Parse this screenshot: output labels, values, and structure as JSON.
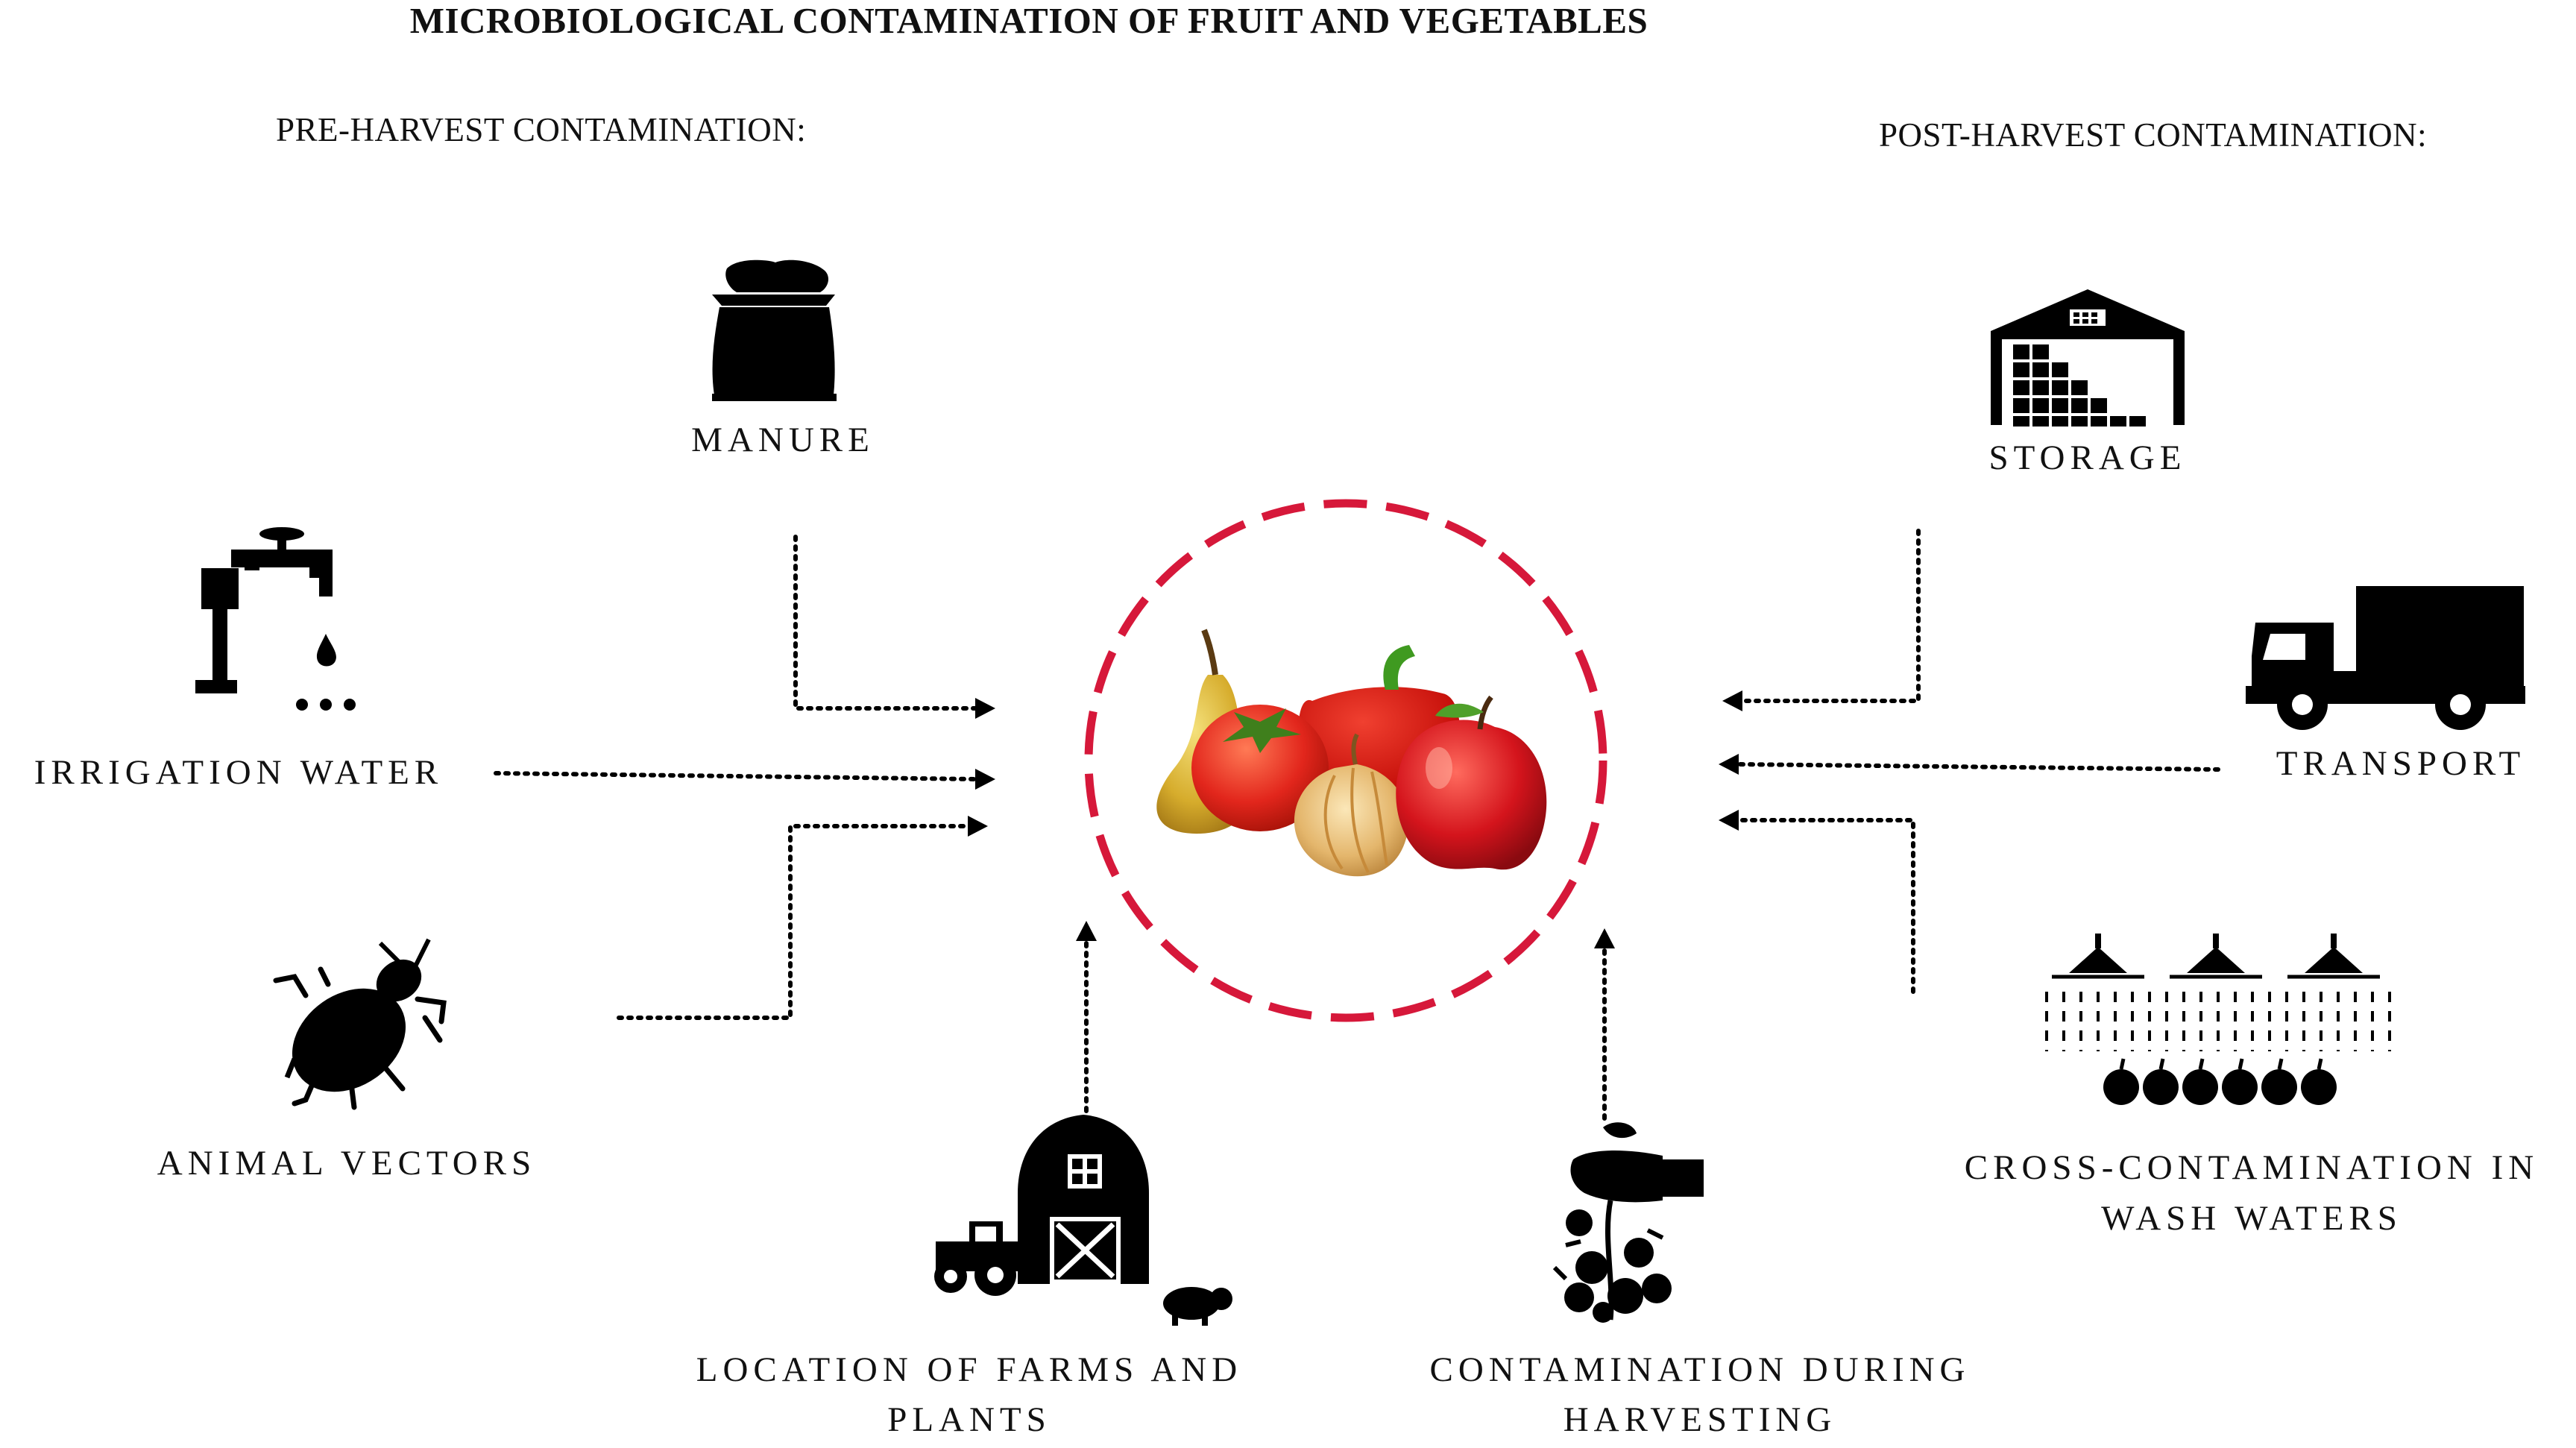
{
  "title": "MICROBIOLOGICAL CONTAMINATION OF FRUIT AND VEGETABLES",
  "pre_harvest": {
    "heading": "PRE-HARVEST CONTAMINATION:",
    "sources": {
      "manure": "MANURE",
      "irrigation_water": "IRRIGATION WATER",
      "animal_vectors": "ANIMAL VECTORS",
      "farm_location": [
        "LOCATION OF FARMS AND",
        "PLANTS"
      ]
    }
  },
  "post_harvest": {
    "heading": "POST-HARVEST CONTAMINATION:",
    "sources": {
      "storage": "STORAGE",
      "transport": "TRANSPORT",
      "wash_waters": [
        "CROSS-CONTAMINATION IN",
        "WASH WATERS"
      ],
      "harvesting": [
        "CONTAMINATION DURING",
        "HARVESTING"
      ]
    }
  },
  "colors": {
    "circle": "#d6183a",
    "icons": "#000000",
    "text": "#111111"
  },
  "icons": [
    "manure-sack-icon",
    "faucet-icon",
    "beetle-icon",
    "barn-tractor-pig-icon",
    "hand-plant-icon",
    "warehouse-icon",
    "truck-icon",
    "shower-produce-icon",
    "produce-illustration"
  ]
}
